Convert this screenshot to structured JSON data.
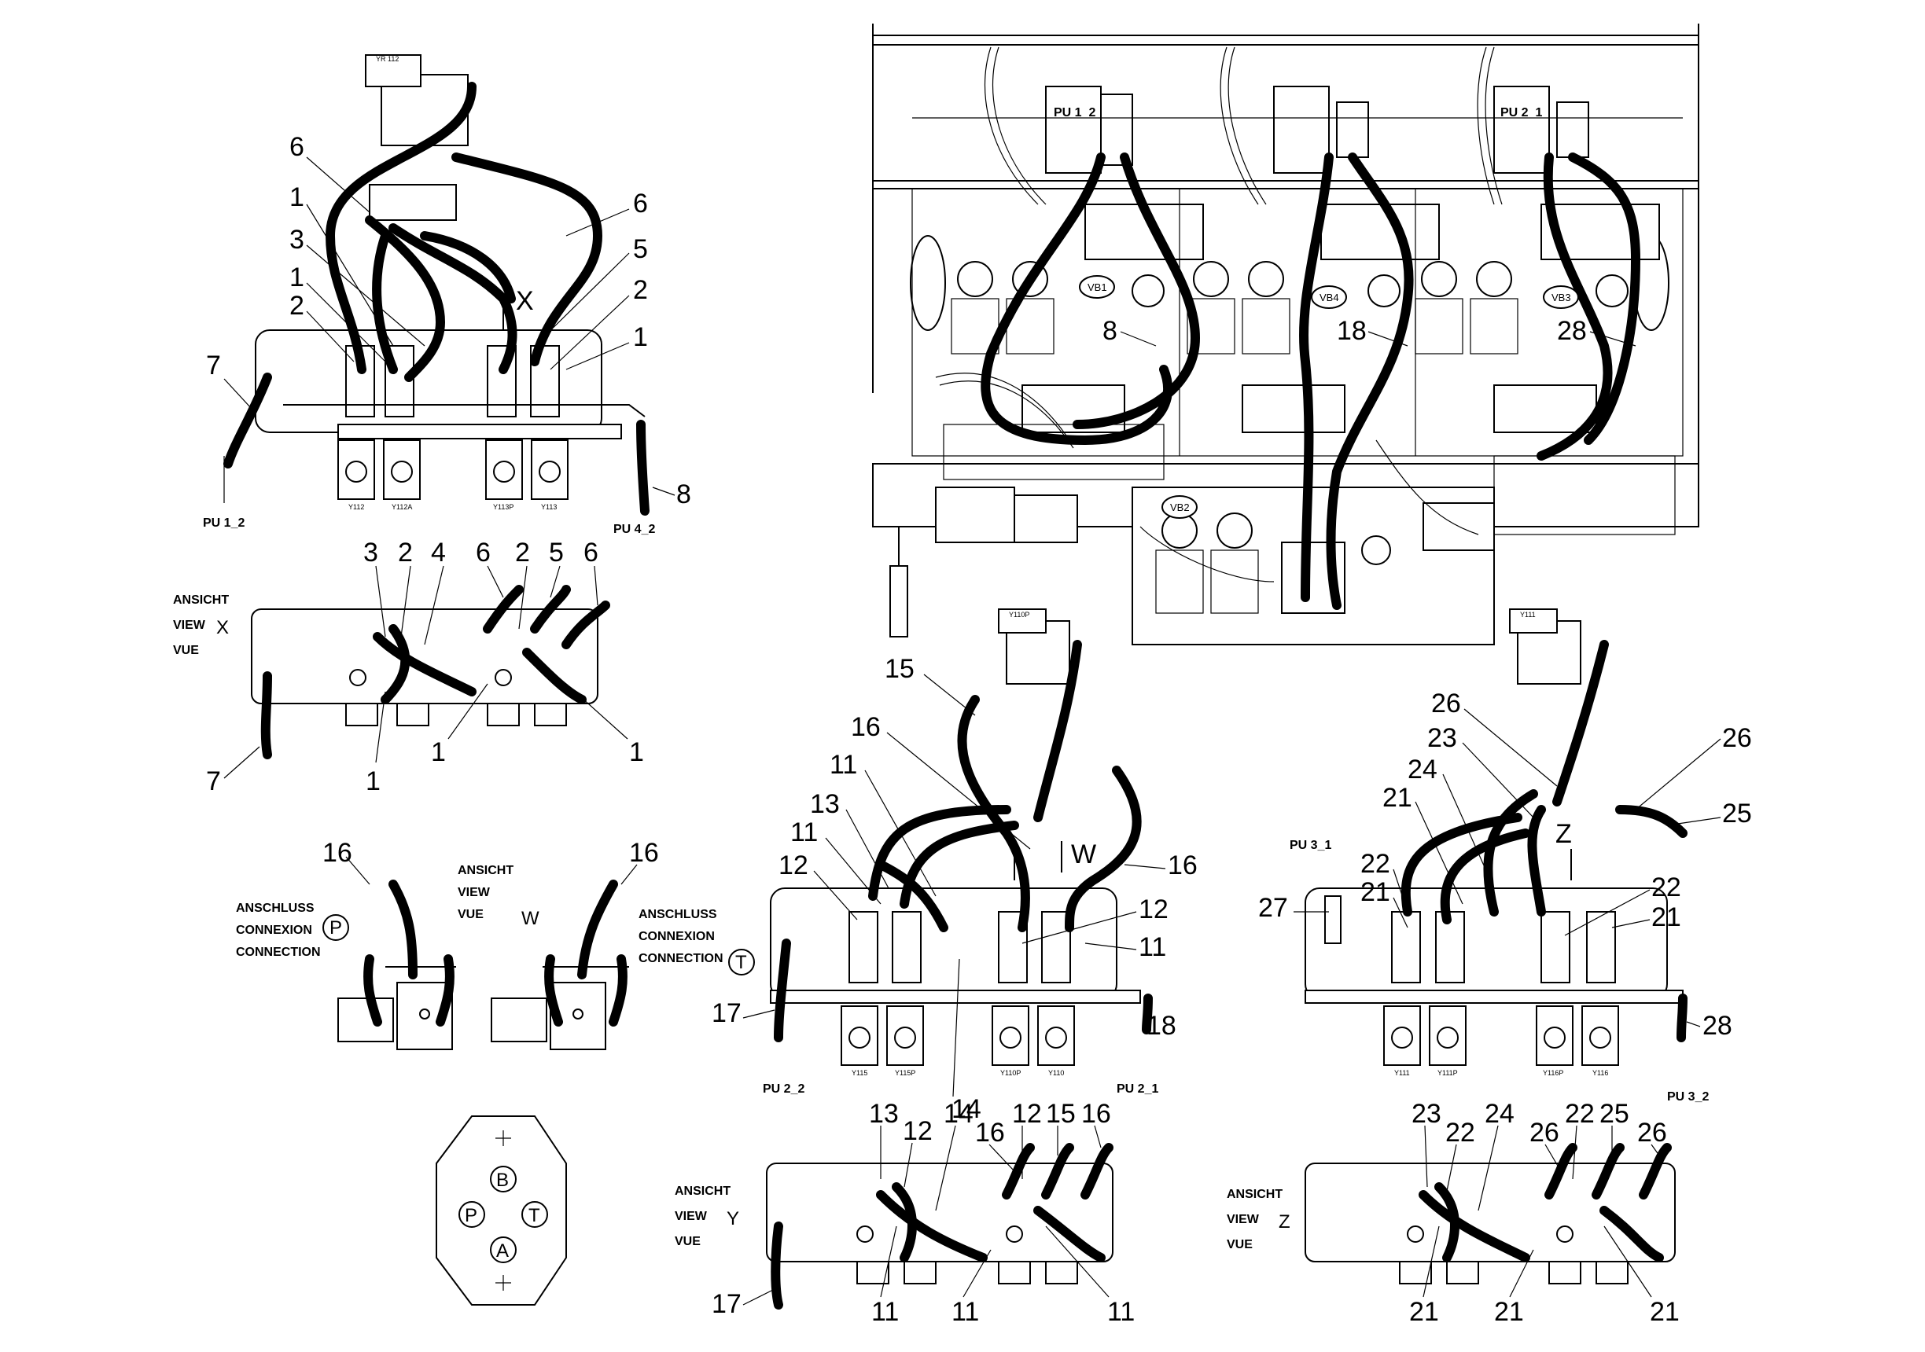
{
  "callouts_x_top": [
    "6",
    "1",
    "3",
    "1",
    "2",
    "6",
    "5",
    "X",
    "2",
    "1",
    "7",
    "8"
  ],
  "callouts_x_view": [
    "3",
    "2",
    "4",
    "6",
    "2",
    "5",
    "6",
    "7",
    "1",
    "1",
    "1"
  ],
  "view_x": {
    "line1": "ANSICHT",
    "line2": "VIEW",
    "line3": "VUE",
    "letter": "X"
  },
  "valve_tags_x": [
    "Y112",
    "Y112A",
    "Y113P",
    "Y113"
  ],
  "port_refs_x": [
    "PU 1_2",
    "PU 4_2"
  ],
  "top_tag_x": "YR 112",
  "view_w": {
    "line1": "ANSICHT",
    "line2": "VIEW",
    "line3": "VUE",
    "letter": "W"
  },
  "connection_p": {
    "line1": "ANSCHLUSS",
    "line2": "CONNEXION",
    "line3": "CONNECTION",
    "port": "P",
    "callout": "16"
  },
  "connection_t": {
    "line1": "ANSCHLUSS",
    "line2": "CONNEXION",
    "line3": "CONNECTION",
    "port": "T",
    "callout": "16"
  },
  "port_pattern": {
    "B": "B",
    "P": "P",
    "T": "T",
    "A": "A"
  },
  "assembly_labels": {
    "vb1": "VB1",
    "vb4": "VB4",
    "vb3": "VB3",
    "vb2": "VB2",
    "c8": "8",
    "c18": "18",
    "c28": "28"
  },
  "callouts_y_top": [
    "15",
    "16",
    "11",
    "13",
    "11",
    "12",
    "W",
    "16",
    "12",
    "11",
    "17",
    "18",
    "14"
  ],
  "valve_tags_y": [
    "Y115",
    "Y115P",
    "Y110P",
    "Y110"
  ],
  "port_refs_y": [
    "PU 2_2",
    "PU 2_1"
  ],
  "view_y": {
    "line1": "ANSICHT",
    "line2": "VIEW",
    "line3": "VUE",
    "letter": "Y"
  },
  "callouts_y_view": [
    "13",
    "12",
    "14",
    "16",
    "12",
    "15",
    "16",
    "17",
    "11",
    "11",
    "11"
  ],
  "callouts_z_top": [
    "26",
    "26",
    "23",
    "24",
    "21",
    "25",
    "Z",
    "22",
    "21",
    "22",
    "27",
    "21",
    "28"
  ],
  "valve_tags_z": [
    "Y111",
    "Y111P",
    "Y116P",
    "Y116"
  ],
  "port_refs_z": [
    "PU 3_1",
    "PU 3_2"
  ],
  "view_z": {
    "line1": "ANSICHT",
    "line2": "VIEW",
    "line3": "VUE",
    "letter": "Z"
  },
  "callouts_z_view": [
    "23",
    "22",
    "24",
    "26",
    "22",
    "25",
    "26",
    "21",
    "21",
    "21"
  ]
}
